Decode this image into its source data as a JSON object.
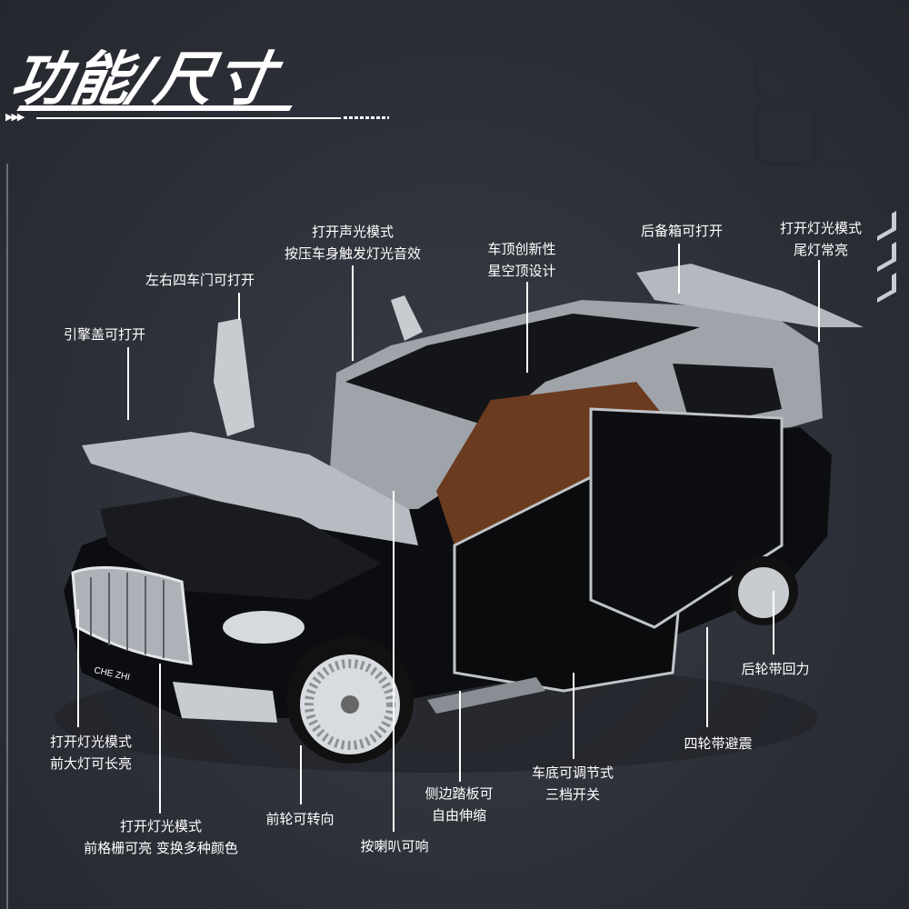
{
  "header": {
    "title": "功能/尺寸",
    "arrows": "▶▶▶"
  },
  "car": {
    "badge": "CHE ZHI"
  },
  "labels": {
    "sound_light": [
      "打开声光模式",
      "按压车身触发灯光音效"
    ],
    "roof": [
      "车顶创新性",
      "星空顶设计"
    ],
    "trunk": "后备箱可打开",
    "taillight": [
      "打开灯光模式",
      "尾灯常亮"
    ],
    "doors": "左右四车门可打开",
    "hood": "引擎盖可打开",
    "pullback": "后轮带回力",
    "suspension": "四轮带避震",
    "chassis": [
      "车底可调节式",
      "三档开关"
    ],
    "step": [
      "侧边踏板可",
      "自由伸缩"
    ],
    "steering": "前轮可转向",
    "horn": "按喇叭可响",
    "headlight": [
      "打开灯光模式",
      "前大灯可长亮"
    ],
    "grille": [
      "打开灯光模式",
      "前格栅可亮 变换多种颜色"
    ]
  }
}
